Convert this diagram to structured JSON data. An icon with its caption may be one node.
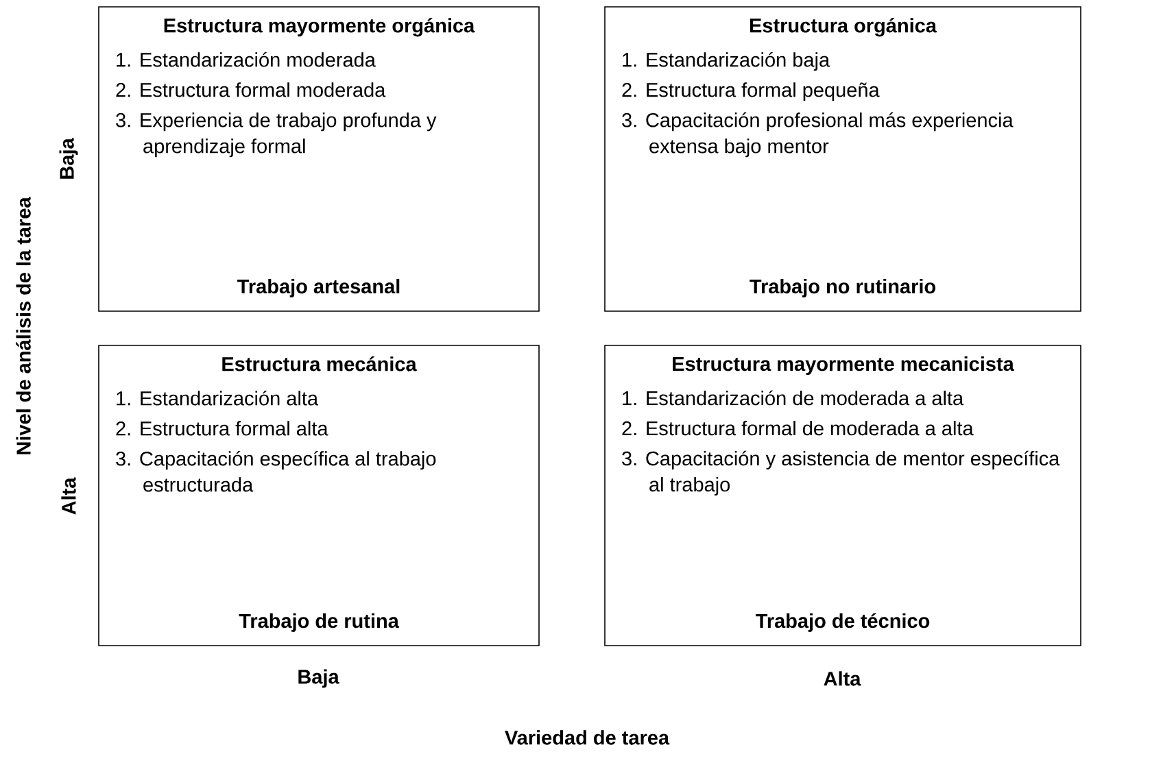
{
  "diagram": {
    "nodes": [
      {
        "text": [
          "Estructura mayormente orgánica",
          "1. Estandarización moderada",
          "2. Estructura formal moderada",
          "3. Experiencia de trabajo profunda y aprendizaje formal",
          "Trabajo artesanal"
        ]
      },
      {
        "text": [
          "Estructura orgánica",
          "1. Estandarización baja",
          "2. Estructura formal pequeña",
          "3. Capacitación profesional más experiencia extensa bajo mentor",
          "Trabajo no rutinario"
        ]
      },
      {
        "text": [
          "Estructura mecánica",
          "1. Estandarización alta",
          "2. Estructura formal alta",
          "3. Capacitación específica al trabajo estructurada",
          "Trabajo de rutina"
        ]
      },
      {
        "text": [
          "Estructura mayormente mecanicista",
          "1. Estandarización de moderada a alta",
          "2. Estructura formal de moderada a alta",
          "3. Capacitación y asistencia de mentor específica al trabajo",
          "Trabajo de técnico"
        ]
      }
    ],
    "labels": [
      "Nivel de análisis de la tarea",
      "Baja",
      "Alta",
      "Baja",
      "Alta",
      "Variedad de tarea"
    ]
  }
}
